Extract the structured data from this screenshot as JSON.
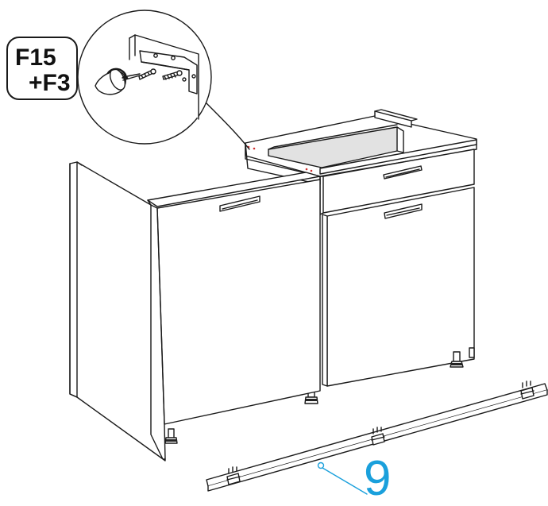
{
  "labels": {
    "fittings_line1": "F15",
    "fittings_line2": "+F3",
    "step_number": "9"
  },
  "colors": {
    "outline": "#1a1a1a",
    "callout": "#1aa0dc",
    "screw_marker": "#d03030",
    "interior_shade": "#e2e2e2"
  },
  "icons": {
    "detail_view": "magnifier-circle-icon",
    "tool": "screwdriver-icon",
    "hardware": "screw-icon"
  }
}
